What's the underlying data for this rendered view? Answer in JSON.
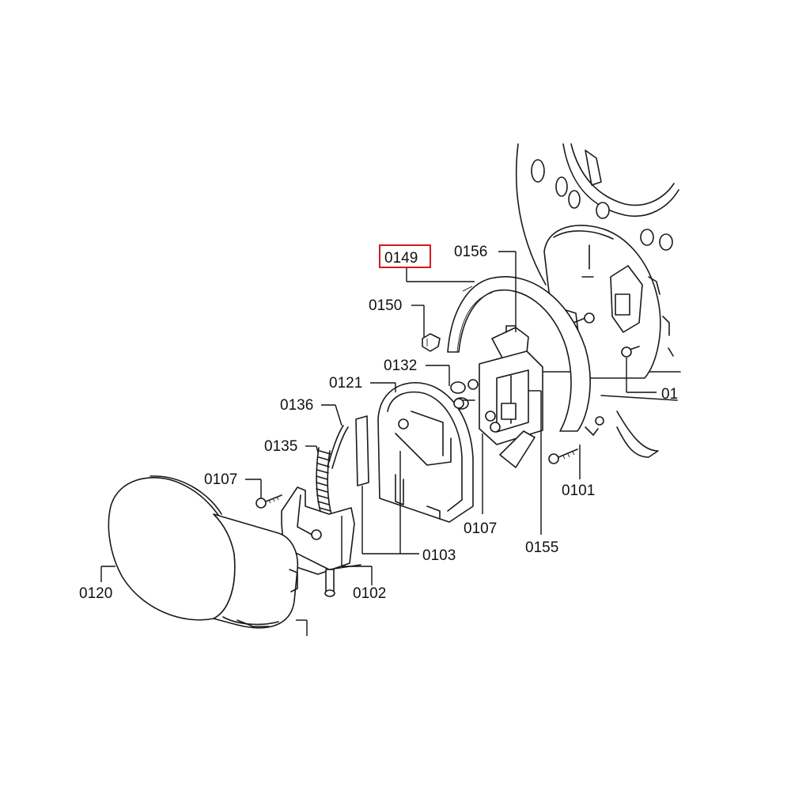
{
  "highlight_color": "#d11a1a",
  "callouts": {
    "c0149": "0149",
    "c0156": "0156",
    "c0150": "0150",
    "c0132": "0132",
    "c0121": "0121",
    "c0136": "0136",
    "c0135": "0135",
    "c0107a": "0107",
    "c0107b": "0107",
    "c0101": "0101",
    "c0155": "0155",
    "c0103": "0103",
    "c0102": "0102",
    "c0120": "0120",
    "c01": "01"
  }
}
